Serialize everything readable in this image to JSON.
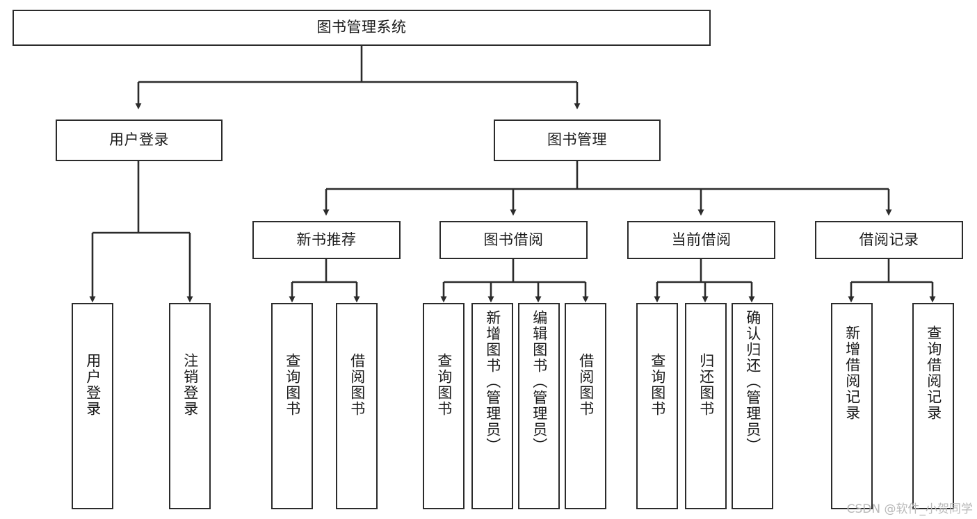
{
  "diagram": {
    "title": "图书管理系统",
    "type": "tree",
    "watermark": "CSDN @软件_小贺同学",
    "colors": {
      "stroke": "#2b2b2b",
      "fill": "#ffffff",
      "text": "#1a1a1a",
      "watermark": "#b9b9b9"
    },
    "nodes": {
      "root": {
        "label": "图书管理系统"
      },
      "level1": [
        {
          "label": "用户登录"
        },
        {
          "label": "图书管理"
        }
      ],
      "level2": [
        {
          "label": "新书推荐"
        },
        {
          "label": "图书借阅"
        },
        {
          "label": "当前借阅"
        },
        {
          "label": "借阅记录"
        }
      ],
      "leaves": {
        "user_login": [
          {
            "label": "用户登录"
          },
          {
            "label": "注销登录"
          }
        ],
        "new_book": [
          {
            "label": "查询图书"
          },
          {
            "label": "借阅图书"
          }
        ],
        "book_borrow": [
          {
            "label": "查询图书"
          },
          {
            "label": "新增图书（管理员）"
          },
          {
            "label": "编辑图书（管理员）"
          },
          {
            "label": "借阅图书"
          }
        ],
        "current_borrow": [
          {
            "label": "查询图书"
          },
          {
            "label": "归还图书"
          },
          {
            "label": "确认归还（管理员）"
          }
        ],
        "borrow_record": [
          {
            "label": "新增借阅记录"
          },
          {
            "label": "查询借阅记录"
          }
        ]
      }
    }
  }
}
